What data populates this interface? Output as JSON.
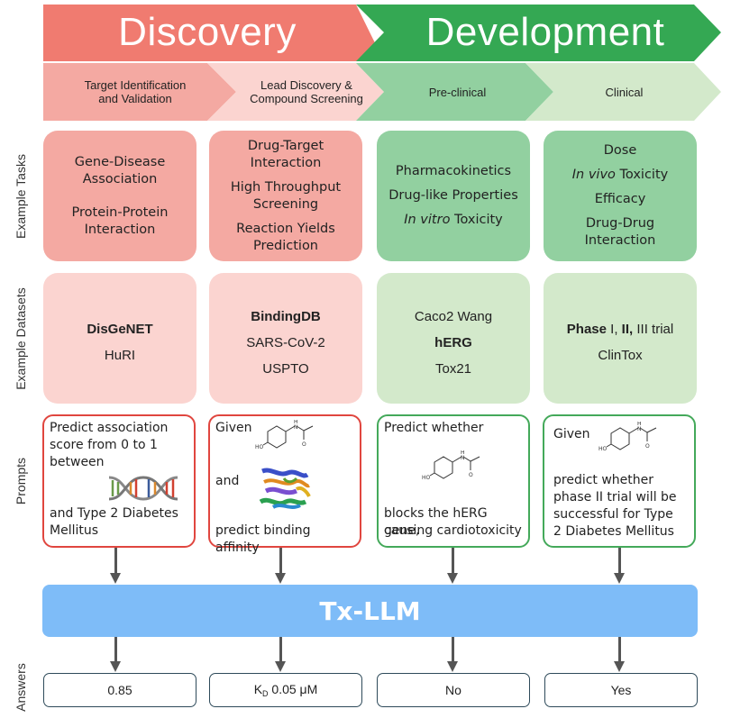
{
  "phases": {
    "discovery": {
      "label": "Discovery",
      "color": "#f07b70"
    },
    "development": {
      "label": "Development",
      "color": "#34a853"
    }
  },
  "stages": [
    {
      "label_line1": "Target Identification",
      "label_line2": "and Validation",
      "color": "#f4a9a2"
    },
    {
      "label_line1": "Lead Discovery &",
      "label_line2": "Compound Screening",
      "color": "#fbd4d0"
    },
    {
      "label_line1": "Pre-clinical",
      "label_line2": "",
      "color": "#92d0a0"
    },
    {
      "label_line1": "Clinical",
      "label_line2": "",
      "color": "#d3e9cb"
    }
  ],
  "row_labels": {
    "tasks": "Example Tasks",
    "datasets": "Example Datasets",
    "prompts": "Prompts",
    "answers": "Answers"
  },
  "tasks": [
    {
      "items": [
        "Gene-Disease Association",
        "Protein-Protein Interaction"
      ]
    },
    {
      "items": [
        "Drug-Target Interaction",
        "High Throughput Screening",
        "Reaction Yields Prediction"
      ]
    },
    {
      "items": [
        "Pharmacokinetics",
        "Drug-like Properties"
      ],
      "italic_item": {
        "italic": "In vitro",
        "rest": " Toxicity"
      }
    },
    {
      "items_top": [
        "Dose"
      ],
      "italic_item": {
        "italic": "In vivo",
        "rest": " Toxicity"
      },
      "items_bottom": [
        "Efficacy",
        "Drug-Drug Interaction"
      ]
    }
  ],
  "datasets": [
    {
      "bold": "DisGeNET",
      "items": [
        "HuRI"
      ]
    },
    {
      "bold": "BindingDB",
      "items": [
        "SARS-CoV-2",
        "USPTO"
      ]
    },
    {
      "top": "Caco2 Wang",
      "bold": "hERG",
      "items": [
        "Tox21"
      ]
    },
    {
      "phase_bold": "Phase",
      "phase_i": " I,",
      "phase_ii": " II,",
      "phase_rest": "  III trial",
      "items": [
        "ClinTox"
      ]
    }
  ],
  "prompts": [
    {
      "line1": "Predict association",
      "line2": "score from 0 to 1",
      "line3": "between",
      "image": "dna-icon",
      "line4": "and Type 2 Diabetes",
      "line5": "Mellitus"
    },
    {
      "line1": "Given",
      "image1": "acetaminophen-molecule",
      "line2": "and",
      "image2": "protein-structure",
      "line3": "predict binding affinity"
    },
    {
      "line1": "Predict whether",
      "image": "acetaminophen-molecule",
      "line2": "blocks the hERG gene,",
      "line3": "causing cardiotoxicity"
    },
    {
      "line1": "Given",
      "image": "acetaminophen-molecule",
      "line2": "predict whether",
      "line3": "phase II trial will be",
      "line4": "successful for Type",
      "line5": "2 Diabetes Mellitus"
    }
  ],
  "model": {
    "label": "Tx-LLM",
    "color": "#7ebcf8"
  },
  "molecule_labels": {
    "ho": "HO",
    "h": "H",
    "n": "N",
    "o": "O"
  },
  "answers": [
    {
      "value": "0.85"
    },
    {
      "k": "K",
      "sub": "D",
      "value": " 0.05 μM"
    },
    {
      "value": "No"
    },
    {
      "value": "Yes"
    }
  ]
}
